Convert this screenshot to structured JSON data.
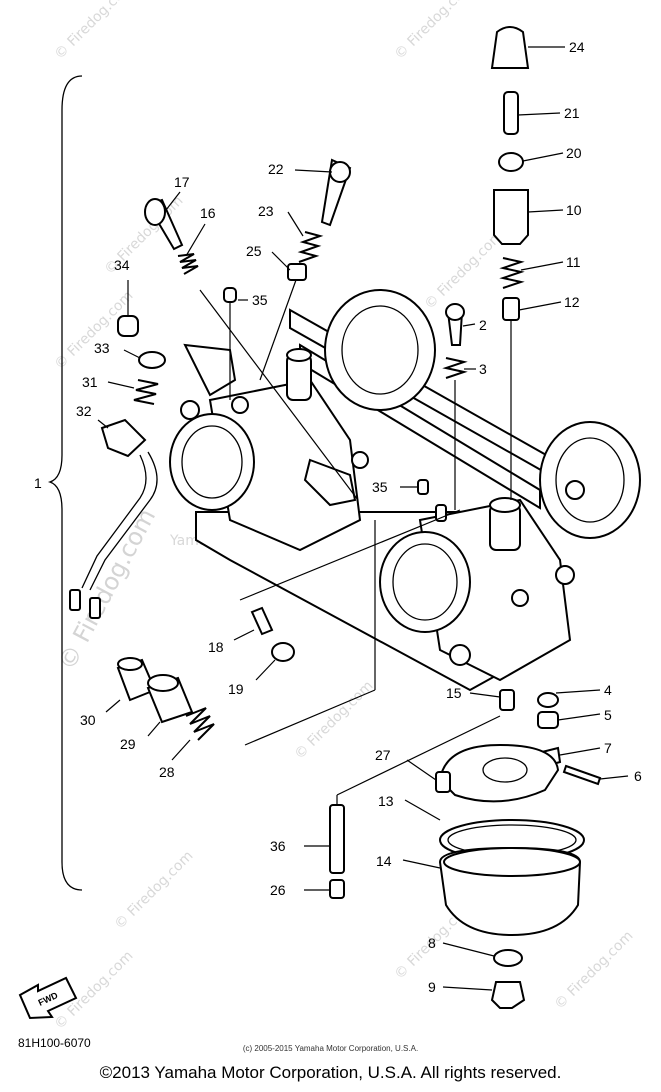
{
  "watermark": {
    "small": "© Firedog.com",
    "large": "© Firedog.com",
    "center": "Yamaha Motor Corporation, U.S.A."
  },
  "fwd_label": "FWD",
  "diagram_code": "81H100-6070",
  "small_copyright": "(c) 2005-2015 Yamaha Motor Corporation, U.S.A.",
  "footer_copyright": "©2013 Yamaha Motor Corporation, U.S.A. All rights reserved.",
  "callouts": {
    "c1": "1",
    "c2": "2",
    "c3": "3",
    "c4": "4",
    "c5": "5",
    "c6": "6",
    "c7": "7",
    "c8": "8",
    "c9": "9",
    "c10": "10",
    "c11": "11",
    "c12": "12",
    "c13": "13",
    "c14": "14",
    "c15": "15",
    "c16": "16",
    "c17": "17",
    "c18": "18",
    "c19": "19",
    "c20": "20",
    "c21": "21",
    "c22": "22",
    "c23": "23",
    "c24": "24",
    "c25": "25",
    "c26": "26",
    "c27": "27",
    "c28": "28",
    "c29": "29",
    "c30": "30",
    "c31": "31",
    "c32": "32",
    "c33": "33",
    "c34": "34",
    "c35a": "35",
    "c35b": "35",
    "c36": "36"
  }
}
